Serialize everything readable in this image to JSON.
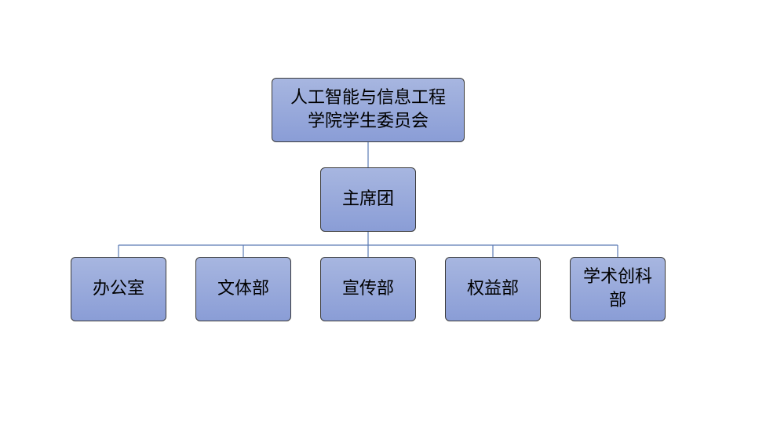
{
  "org_chart": {
    "root": {
      "label": "人工智能与信息工程\n学院学生委员会"
    },
    "level1": {
      "label": "主席团"
    },
    "departments": [
      {
        "label": "办公室"
      },
      {
        "label": "文体部"
      },
      {
        "label": "宣传部"
      },
      {
        "label": "权益部"
      },
      {
        "label": "学术创科\n部"
      }
    ]
  },
  "colors": {
    "node_fill_top": "#a7b6e0",
    "node_fill_bottom": "#8a9dd6",
    "node_border": "#3c3c3c",
    "connector": "#5b7bb5"
  }
}
